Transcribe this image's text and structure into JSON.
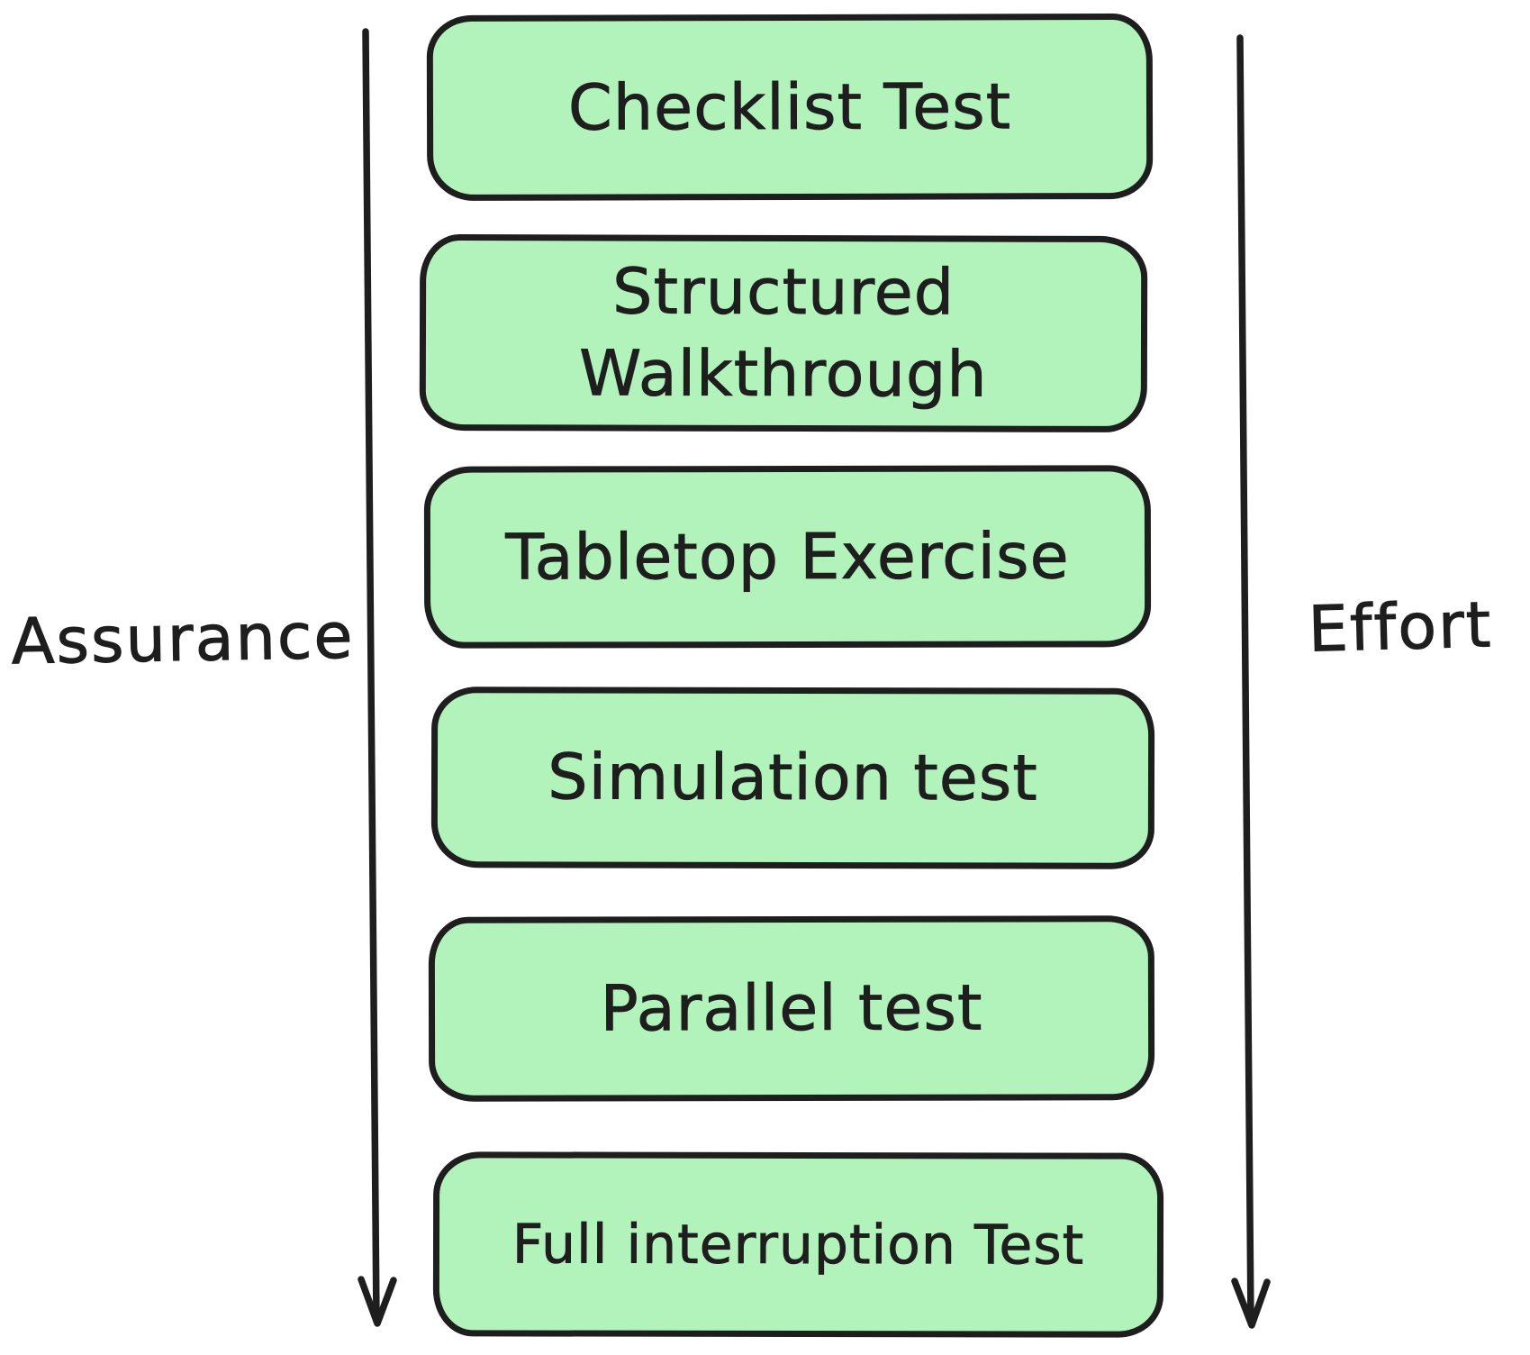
{
  "diagram": {
    "title": "",
    "left_axis": {
      "label": "Assurance",
      "direction": "down"
    },
    "right_axis": {
      "label": "Effort",
      "direction": "down"
    },
    "boxes": [
      {
        "label": "Checklist Test"
      },
      {
        "label": "Structured Walkthrough"
      },
      {
        "label": "Tabletop Exercise"
      },
      {
        "label": "Simulation test"
      },
      {
        "label": "Parallel test"
      },
      {
        "label": "Full interruption Test"
      }
    ],
    "colors": {
      "box_fill": "#b2f2bb",
      "stroke": "#1e1e1e",
      "background": "#ffffff"
    }
  }
}
